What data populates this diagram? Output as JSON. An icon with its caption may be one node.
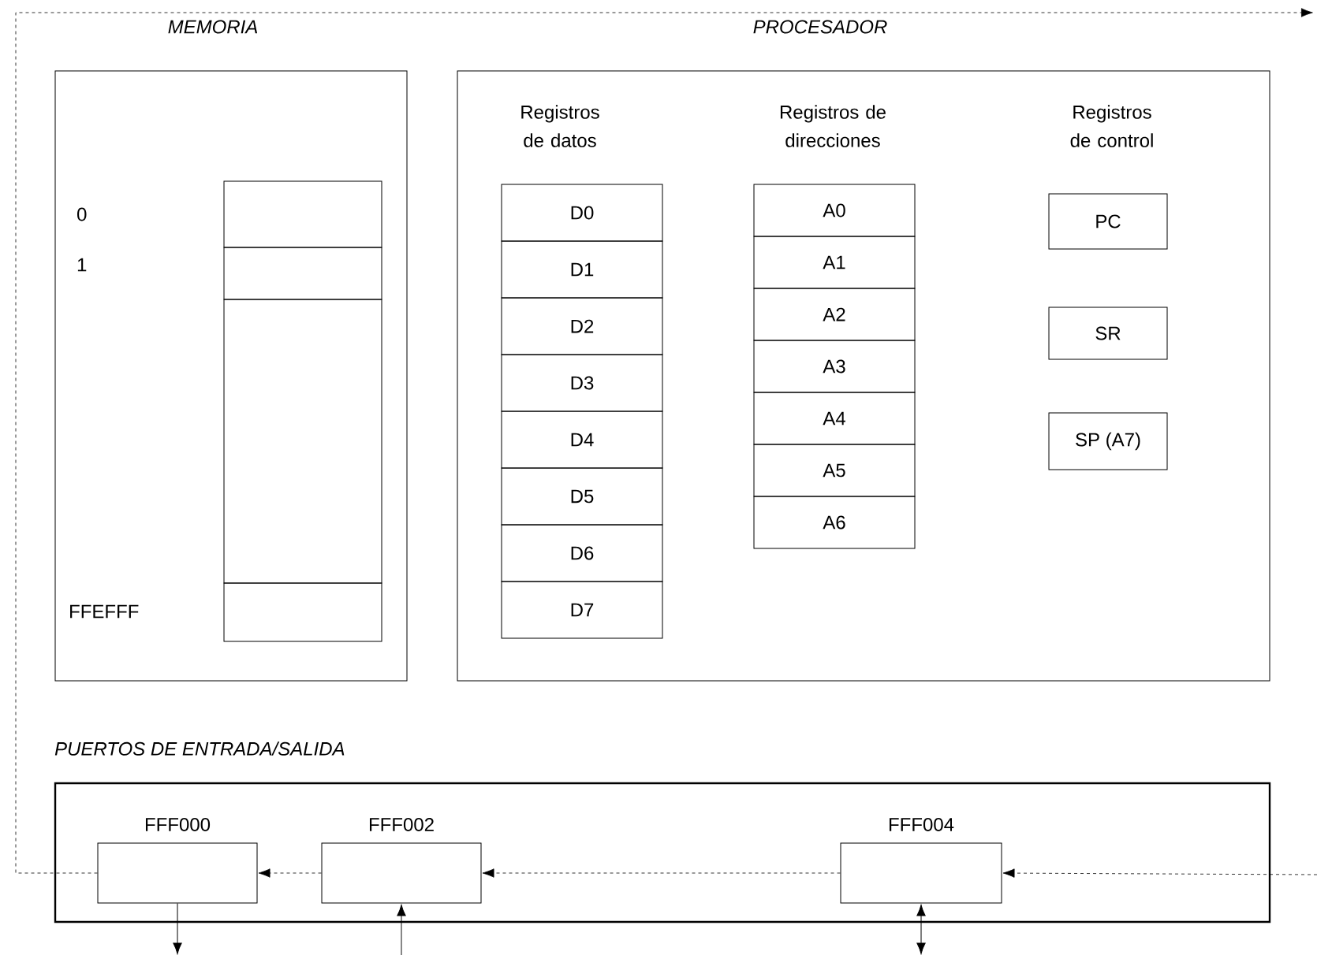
{
  "diagram": {
    "nodes": [
      {
        "text": [
          "MEMORIA"
        ]
      },
      {
        "text": [],
        "shape": "box",
        "in": 0
      },
      {
        "text": [],
        "shape": "box",
        "in": 0
      },
      {
        "text": [],
        "shape": "box",
        "in": 0
      },
      {
        "text": [],
        "shape": "box",
        "in": 0
      },
      {
        "text": [
          "PROCESADOR"
        ]
      },
      {
        "text": [
          "D0"
        ],
        "in": 5
      },
      {
        "text": [
          "D1"
        ],
        "in": 5
      },
      {
        "text": [
          "D2"
        ],
        "in": 5
      },
      {
        "text": [
          "D3"
        ],
        "in": 5
      },
      {
        "text": [
          "D4"
        ],
        "in": 5
      },
      {
        "text": [
          "D5"
        ],
        "in": 5
      },
      {
        "text": [
          "D6"
        ],
        "in": 5
      },
      {
        "text": [
          "D7"
        ],
        "in": 5
      },
      {
        "text": [
          "A0"
        ],
        "in": 5
      },
      {
        "text": [
          "A1"
        ],
        "in": 5
      },
      {
        "text": [
          "A2"
        ],
        "in": 5
      },
      {
        "text": [
          "A3"
        ],
        "in": 5
      },
      {
        "text": [
          "A4"
        ],
        "in": 5
      },
      {
        "text": [
          "A5"
        ],
        "in": 5
      },
      {
        "text": [
          "A6"
        ],
        "in": 5
      },
      {
        "text": [
          "PC"
        ],
        "in": 5
      },
      {
        "text": [
          "SR"
        ],
        "in": 5
      },
      {
        "text": [
          "SP (A7)"
        ],
        "in": 5
      },
      {
        "text": [
          "PUERTOS DE ENTRADA/SALIDA"
        ]
      },
      {
        "text": [
          "FFF000"
        ],
        "in": 24
      },
      {
        "text": [
          "FFF002"
        ],
        "in": 24
      },
      {
        "text": [
          "FFF004"
        ],
        "in": 24
      }
    ],
    "edges": [
      {
        "from": null,
        "to": 27,
        "arrow": "to",
        "style": "dashed"
      },
      {
        "from": 27,
        "to": 26,
        "arrow": "to",
        "style": "dashed"
      },
      {
        "from": 26,
        "to": 25,
        "arrow": "to",
        "style": "dashed"
      },
      {
        "from": 25,
        "to": null,
        "arrow": "to",
        "style": "dashed"
      },
      {
        "from": 25,
        "to": null,
        "arrow": "to"
      },
      {
        "from": null,
        "to": 26,
        "arrow": "to"
      },
      {
        "from": 27,
        "to": null,
        "arrow": "both"
      }
    ],
    "labels": [
      "0",
      "1",
      "FFEFFF",
      "Registros de datos",
      "Registros de direcciones",
      "Registros de control"
    ]
  }
}
